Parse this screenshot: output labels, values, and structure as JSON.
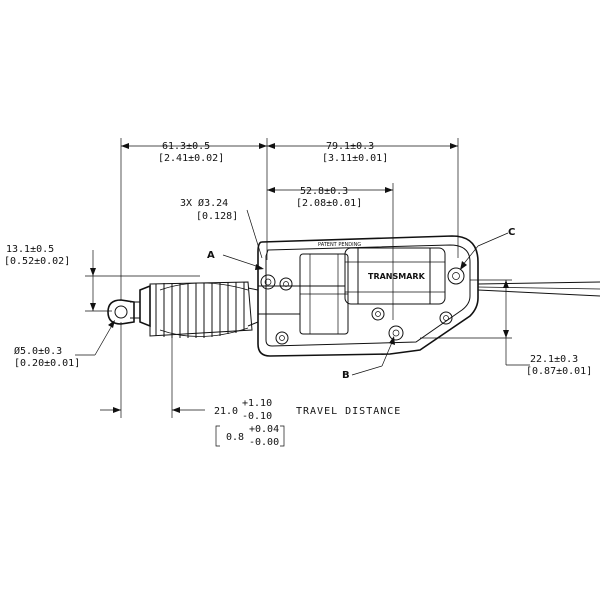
{
  "dimensions": {
    "d1": {
      "primary": "61.3±0.5",
      "secondary": "[2.41±0.02]"
    },
    "d2": {
      "primary": "79.1±0.3",
      "secondary": "[3.11±0.01]"
    },
    "d3": {
      "primary": "52.8±0.3",
      "secondary": "[2.08±0.01]"
    },
    "d4": {
      "primary": "13.1±0.5",
      "secondary": "[0.52±0.02]"
    },
    "d5": {
      "primary": "Ø5.0±0.3",
      "secondary": "[0.20±0.01]"
    },
    "d6": {
      "primary": "22.1±0.3",
      "secondary": "[0.87±0.01]"
    },
    "holes": {
      "primary": "3X Ø3.24",
      "secondary": "[0.128]"
    },
    "travel": {
      "base": "21.0",
      "tol_plus": "+1.10",
      "tol_minus": "-0.10",
      "alt_base": "0.8",
      "alt_plus": "+0.04",
      "alt_minus": "-0.00",
      "label": "TRAVEL DISTANCE"
    }
  },
  "callouts": {
    "a": "A",
    "b": "B",
    "c": "C"
  },
  "body_text": {
    "brand": "TRANSMARK",
    "small": "PATENT PENDING"
  }
}
